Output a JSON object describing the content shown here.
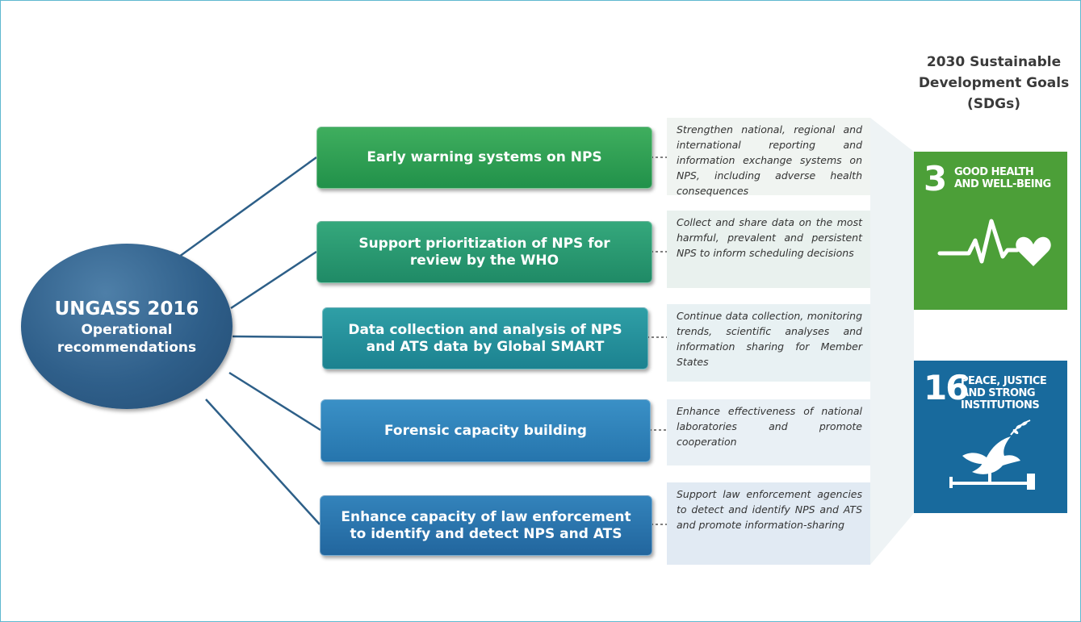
{
  "hub": {
    "title": "UNGASS 2016",
    "line1": "Operational",
    "line2": "recommendations"
  },
  "recommendations": [
    {
      "line1": "Early warning systems on NPS",
      "line2": "",
      "color": "#2a9a50",
      "description": "Strengthen national, regional and international reporting and information exchange systems on NPS, including adverse health consequences"
    },
    {
      "line1": "Support prioritization of NPS for",
      "line2": "review by the WHO",
      "color": "#279873",
      "description": "Collect and share data on the most harmful, prevalent and persistent NPS to inform scheduling decisions"
    },
    {
      "line1": "Data collection and analysis of NPS",
      "line2": "and ATS data by Global SMART",
      "color": "#248f9b",
      "description": "Continue data collection, monitoring trends, scientific analyses and information sharing for Member States"
    },
    {
      "line1": "Forensic capacity building",
      "line2": "",
      "color": "#2e82ba",
      "description": "Enhance effectiveness of national laboratories and promote cooperation"
    },
    {
      "line1": "Enhance capacity of law enforcement",
      "line2": "to identify and detect NPS and ATS",
      "color": "#2a74ad",
      "description": "Support law enforcement agencies to detect and identify NPS and ATS and promote information-sharing"
    }
  ],
  "sdg": {
    "heading_line1": "2030 Sustainable",
    "heading_line2": "Development Goals",
    "heading_line3": "(SDGs)",
    "goals": [
      {
        "number": "3",
        "label_line1": "GOOD HEALTH",
        "label_line2": "AND WELL-BEING",
        "label_line3": "",
        "color": "#4c9f38",
        "icon": "heartbeat-icon"
      },
      {
        "number": "16",
        "label_line1": "PEACE, JUSTICE",
        "label_line2": "AND STRONG",
        "label_line3": "INSTITUTIONS",
        "color": "#186a9d",
        "icon": "dove-gavel-icon"
      }
    ]
  }
}
